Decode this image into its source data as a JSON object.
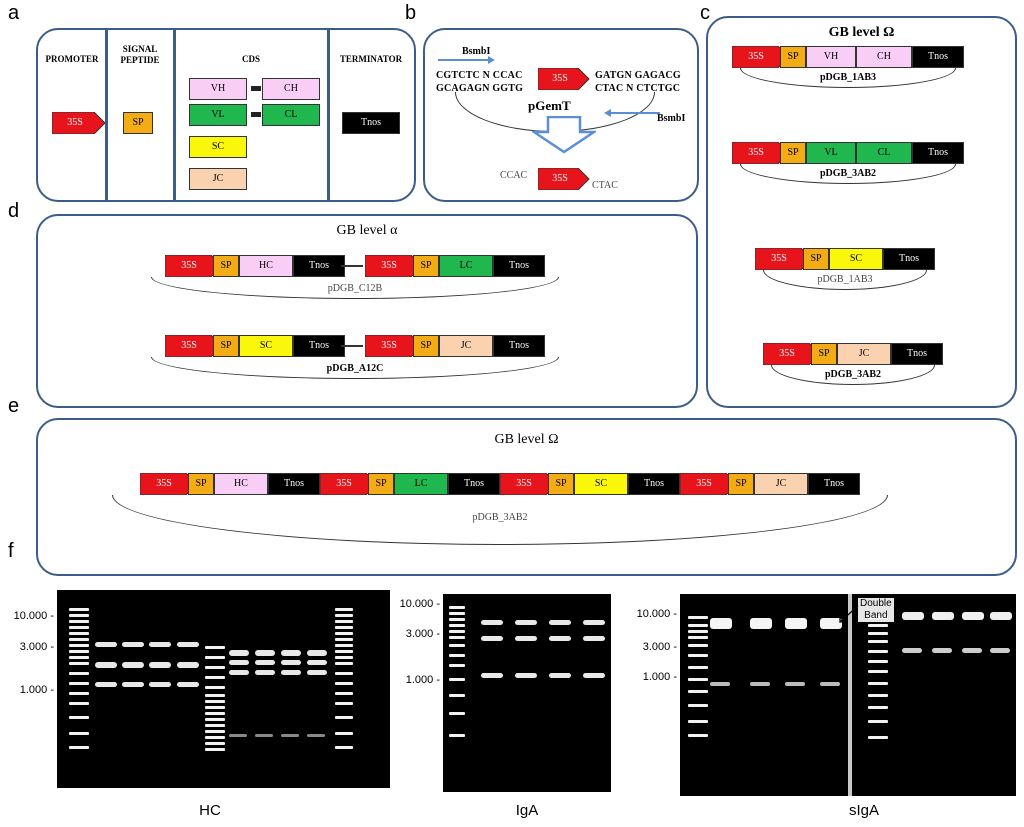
{
  "labels": {
    "a": "a",
    "b": "b",
    "c": "c",
    "d": "d",
    "e": "e",
    "f": "f"
  },
  "panel_a": {
    "headers": [
      "PROMOTER",
      "SIGNAL\nPEPTIDE",
      "CDS",
      "TERMINATOR"
    ],
    "p35s": "35S",
    "sp": "SP",
    "vh": "VH",
    "ch": "CH",
    "vl": "VL",
    "cl": "CL",
    "sc": "SC",
    "jc": "JC",
    "tnos": "Tnos"
  },
  "panel_b": {
    "bsmbi_top": "BsmbI",
    "bsmbi_bottom": "BsmbI",
    "seq_left_1": "CGTCTC N CCAC",
    "seq_left_2": "GCAGAGN GGTG",
    "seq_right_1": "GATGN GAGACG",
    "seq_right_2": "CTAC N CTCTGC",
    "p35s": "35S",
    "vector": "pGemT",
    "out_left": "CCAC",
    "out_right": "CTAC",
    "out_35s": "35S"
  },
  "panel_c": {
    "title": "GB level Ω",
    "constructs": [
      {
        "name": "pDGB_1AB3",
        "parts": [
          "35S",
          "SP",
          "VH",
          "CH",
          "Tnos"
        ]
      },
      {
        "name": "pDGB_3AB2",
        "parts": [
          "35S",
          "SP",
          "VL",
          "CL",
          "Tnos"
        ]
      },
      {
        "name": "pDGB_1AB3",
        "parts": [
          "35S",
          "SP",
          "SC",
          "Tnos"
        ]
      },
      {
        "name": "pDGB_3AB2",
        "parts": [
          "35S",
          "SP",
          "JC",
          "Tnos"
        ]
      }
    ]
  },
  "panel_d": {
    "title": "GB level α",
    "constructs": [
      {
        "name": "pDGB_C12B",
        "parts": [
          "35S",
          "SP",
          "HC",
          "Tnos",
          "35S",
          "SP",
          "LC",
          "Tnos"
        ]
      },
      {
        "name": "pDGB_A12C",
        "parts": [
          "35S",
          "SP",
          "SC",
          "Tnos",
          "35S",
          "SP",
          "JC",
          "Tnos"
        ]
      }
    ]
  },
  "panel_e": {
    "title": "GB level Ω",
    "name": "pDGB_3AB2",
    "parts": [
      "35S",
      "SP",
      "HC",
      "Tnos",
      "35S",
      "SP",
      "LC",
      "Tnos",
      "35S",
      "SP",
      "SC",
      "Tnos",
      "35S",
      "SP",
      "JC",
      "Tnos"
    ]
  },
  "panel_f": {
    "gels": [
      {
        "name": "HC",
        "markers": [
          "10.000 -",
          "3.000 -",
          "1.000 -"
        ]
      },
      {
        "name": "IgA",
        "markers": [
          "10.000 -",
          "3.000 -",
          "1.000 -"
        ]
      },
      {
        "name": "sIgA",
        "markers": [
          "10.000 -",
          "3.000 -",
          "1.000 -"
        ],
        "annotation": "Double\nBand"
      }
    ]
  },
  "colors": {
    "promoter": "#e8141b",
    "sp": "#f4ac14",
    "vh": "#f9cef6",
    "vl": "#1fb74e",
    "sc": "#fbf70a",
    "jc": "#fbd2b0",
    "tnos": "#000000",
    "panel_border": "#3c5d8a",
    "arrow": "#5a8fd6"
  }
}
